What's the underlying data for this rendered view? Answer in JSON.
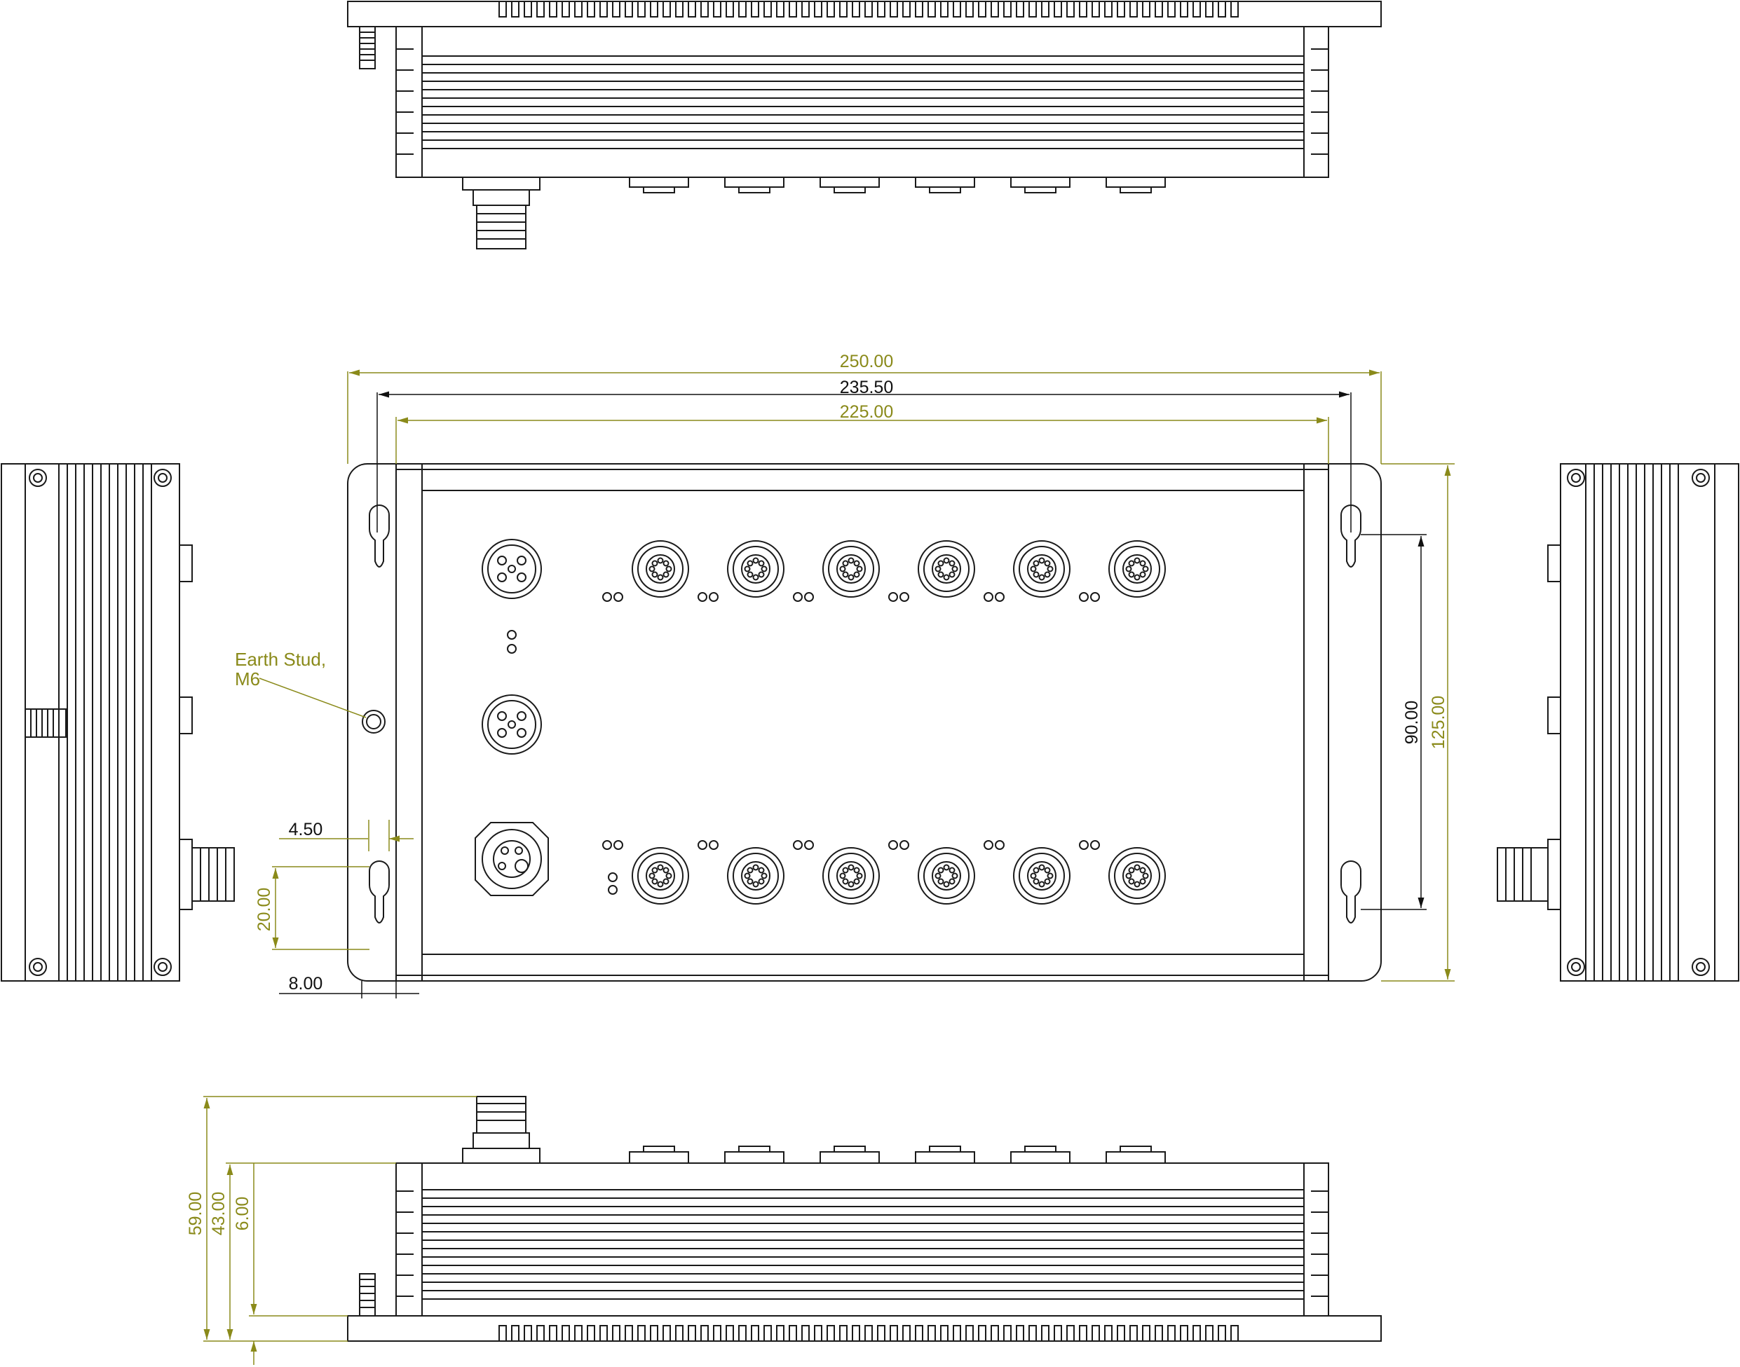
{
  "colors": {
    "outline": "#1a1a1a",
    "dim_olive": "#8a8a1a",
    "dim_black": "#111111",
    "background": "#ffffff"
  },
  "front_view": {
    "dimensions": {
      "overall_width": "250.00",
      "hole_spacing_width": "235.50",
      "body_width": "225.00",
      "overall_height": "125.00",
      "hole_spacing_height": "90.00",
      "flange_offset": "4.50",
      "slot_length": "20.00",
      "flange_width": "8.00"
    },
    "annotations": {
      "earth_stud_line1": "Earth Stud,",
      "earth_stud_line2": "M6"
    },
    "ports": {
      "top_row_count": 6,
      "bottom_row_count": 6
    }
  },
  "bottom_view": {
    "dimensions": {
      "total_height": "59.00",
      "body_height": "43.00",
      "flange_height": "6.00"
    }
  },
  "top_view": {
    "port_count": 6
  },
  "side_views": {
    "left": "left-side-view",
    "right": "right-side-view"
  }
}
